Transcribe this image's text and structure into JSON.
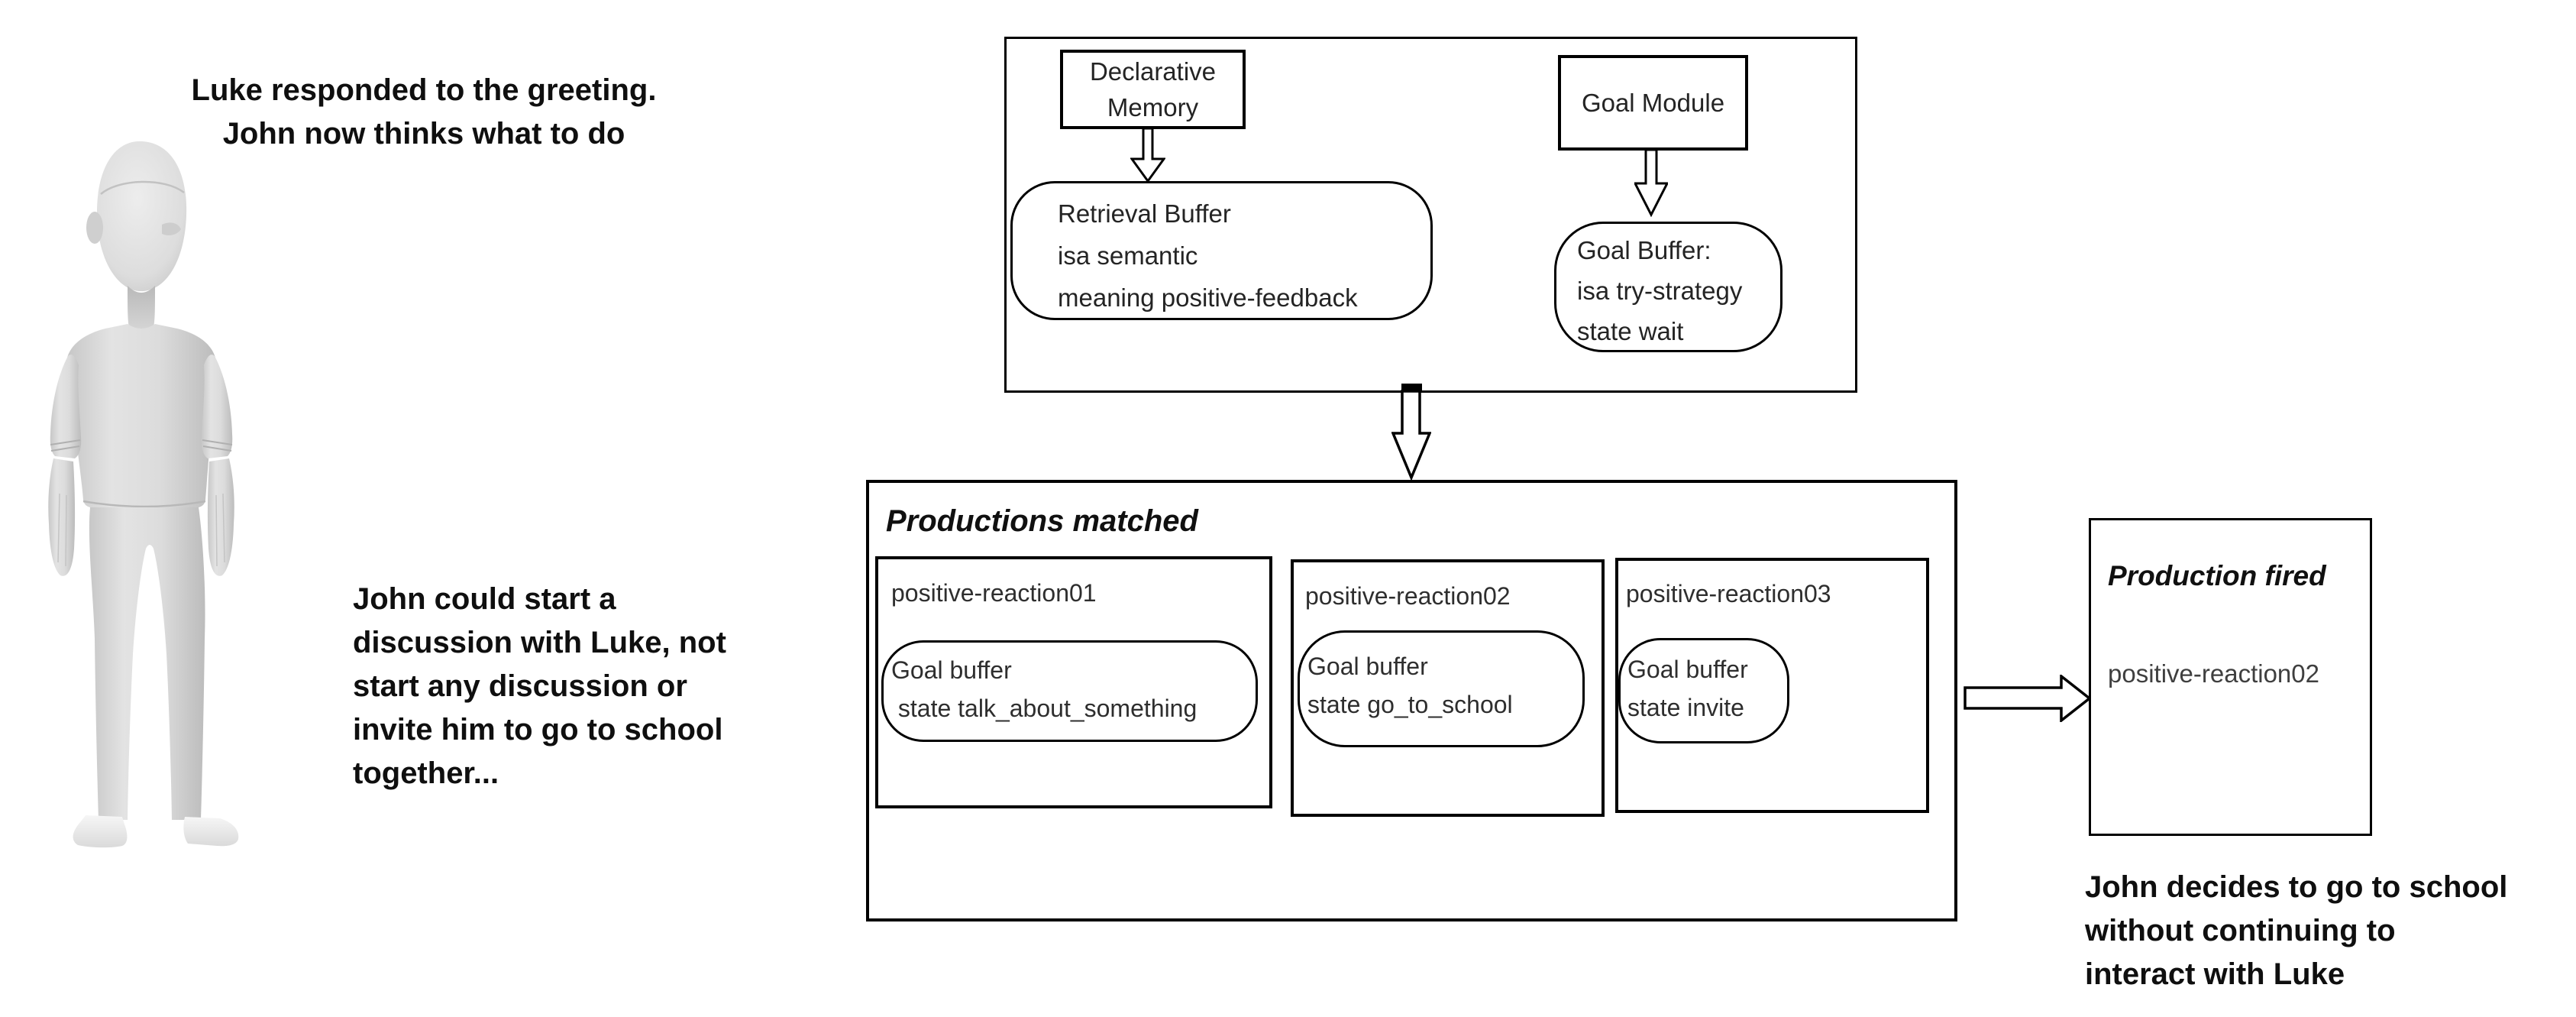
{
  "captions": {
    "top_left": "Luke responded to the greeting.\nJohn now thinks what to do",
    "mid_left": "John could start a\ndiscussion with Luke, not\nstart any discussion or\ninvite him to go to school\ntogether...",
    "bottom_right": "John decides to go to school\nwithout continuing to\ninteract with Luke"
  },
  "memory_panel": {
    "declarative_memory_label": "Declarative\nMemory",
    "goal_module_label": "Goal Module",
    "retrieval_buffer_text": "Retrieval Buffer\nisa semantic\nmeaning positive-feedback",
    "goal_buffer_text": "Goal Buffer:\nisa try-strategy\nstate wait"
  },
  "productions_matched": {
    "title": "Productions matched",
    "items": [
      {
        "name": "positive-reaction01",
        "buffer": "Goal buffer\n state talk_about_something"
      },
      {
        "name": "positive-reaction02",
        "buffer": "Goal buffer\nstate go_to_school"
      },
      {
        "name": "positive-reaction03",
        "buffer": "Goal buffer\nstate invite"
      }
    ]
  },
  "production_fired": {
    "title": "Production fired",
    "value": "positive-reaction02"
  },
  "icons": {
    "arrow_down_small_1": "arrow-down-icon",
    "arrow_down_small_2": "arrow-down-icon",
    "arrow_down_large": "arrow-down-icon",
    "arrow_right_large": "arrow-right-icon",
    "figure": "human-mannequin-figure"
  },
  "colors": {
    "line": "#000000",
    "text": "#1f1f1f",
    "figure_base": "#d9d9d9",
    "background": "#ffffff"
  }
}
